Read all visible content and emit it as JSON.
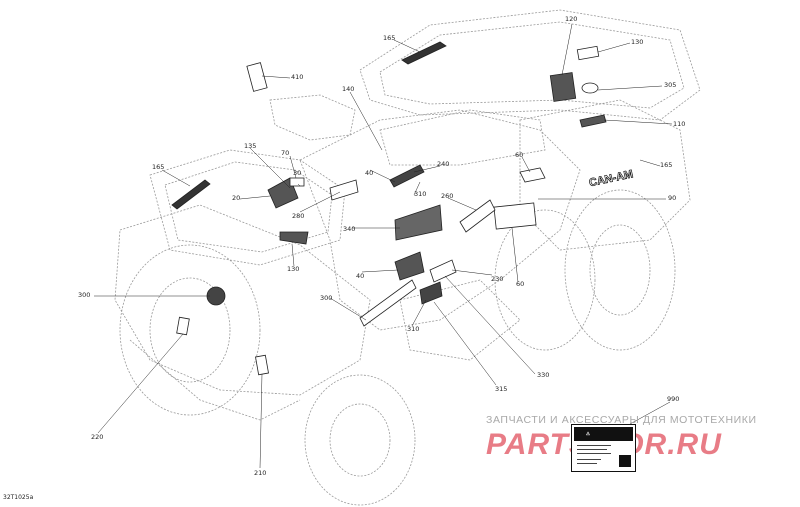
{
  "diagram": {
    "drawing_id": "32T1025a",
    "callouts": [
      "120",
      "130",
      "165",
      "410",
      "305",
      "140",
      "110",
      "135",
      "70",
      "240",
      "60",
      "165",
      "20",
      "30",
      "40",
      "310",
      "280",
      "340",
      "260",
      "90",
      "130",
      "40",
      "300",
      "230",
      "60",
      "300",
      "310",
      "330",
      "220",
      "315",
      "210",
      "990"
    ]
  },
  "watermark": {
    "line1": "ЗАПЧАСТИ И АКСЕССУАРЫ ДЛЯ МОТОТЕХНИКИ",
    "line2": "PARTS-FOR.RU"
  },
  "colors": {
    "ink": "#222222",
    "watermark_red": "#e87c86",
    "watermark_grey": "#a8a8a8"
  }
}
